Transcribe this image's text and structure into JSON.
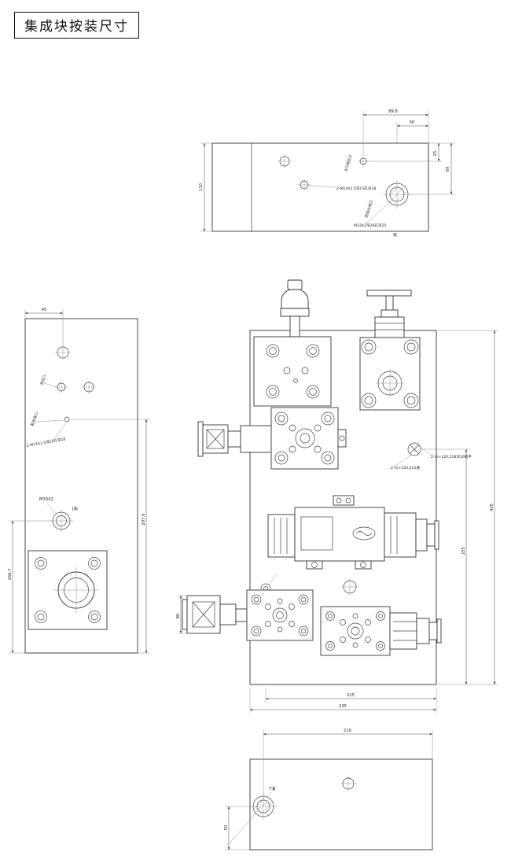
{
  "title": "集成块按装尺寸",
  "top_view": {
    "dims": {
      "w898": "89.8",
      "w50": "50",
      "h25": "25",
      "h69": "69",
      "h110": "110"
    },
    "notes": {
      "port_a": "A口测压口",
      "thread_m14": "2-M14X1.5深15孔深18",
      "return_port": "回油出油口",
      "thread_m33": "M33X2深20孔深25",
      "mark": "相"
    }
  },
  "side_view": {
    "dims": {
      "w45": "45",
      "h2976": "297.6",
      "h1607": "160.7"
    },
    "notes": {
      "gauge_port": "测压口",
      "pump_port": "泵出油口",
      "thread_m14": "2-M14X1.5深15孔深18",
      "thread_m33": "M33X2",
      "j_port": "J油"
    }
  },
  "front_view": {
    "dims": {
      "h425": "425",
      "h255": "255",
      "w215": "215",
      "w235": "235",
      "h80": "80"
    },
    "notes": {
      "hole_18": "2-\\U+220,518深16锪平",
      "hole_12": "2-\\U+220,512通"
    }
  },
  "bottom_view": {
    "dims": {
      "w210": "210",
      "h50": "50"
    },
    "notes": {
      "t_port": "T油"
    }
  }
}
